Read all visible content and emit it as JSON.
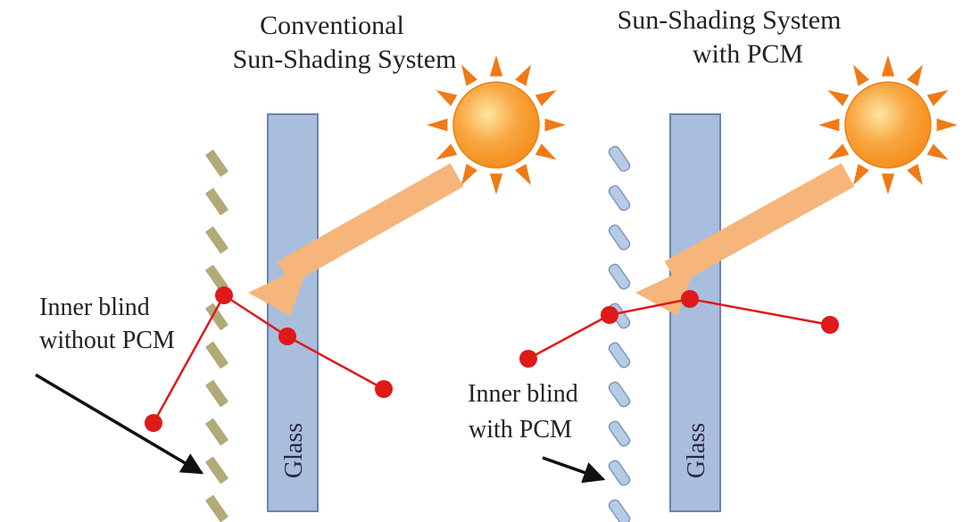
{
  "panels": {
    "left": {
      "title_line1": "Conventional",
      "title_line2": "Sun-Shading System",
      "blind_label_line1": "Inner blind",
      "blind_label_line2": "without PCM",
      "glass_label": "Glass"
    },
    "right": {
      "title_line1": "Sun-Shading System",
      "title_line2": "with PCM",
      "blind_label_line1": "Inner blind",
      "blind_label_line2": "with PCM",
      "glass_label": "Glass"
    }
  },
  "colors": {
    "glass_fill": "#a9bedd",
    "glass_stroke": "#6b83b0",
    "blind_without_pcm": "#b2aa78",
    "blind_with_pcm": "#b6cbe6",
    "blind_with_pcm_stroke": "#7f97bd",
    "sun_core": "#f5901e",
    "sun_highlight": "#fde6a2",
    "sun_rays": "#f07a16",
    "sun_beam": "#f6b57a",
    "temperature_line": "#e01919",
    "pointer_arrow": "#111111"
  },
  "icons": {
    "sun": "sun-icon",
    "beam": "solar-beam-arrow",
    "pointer": "pointer-arrow"
  }
}
